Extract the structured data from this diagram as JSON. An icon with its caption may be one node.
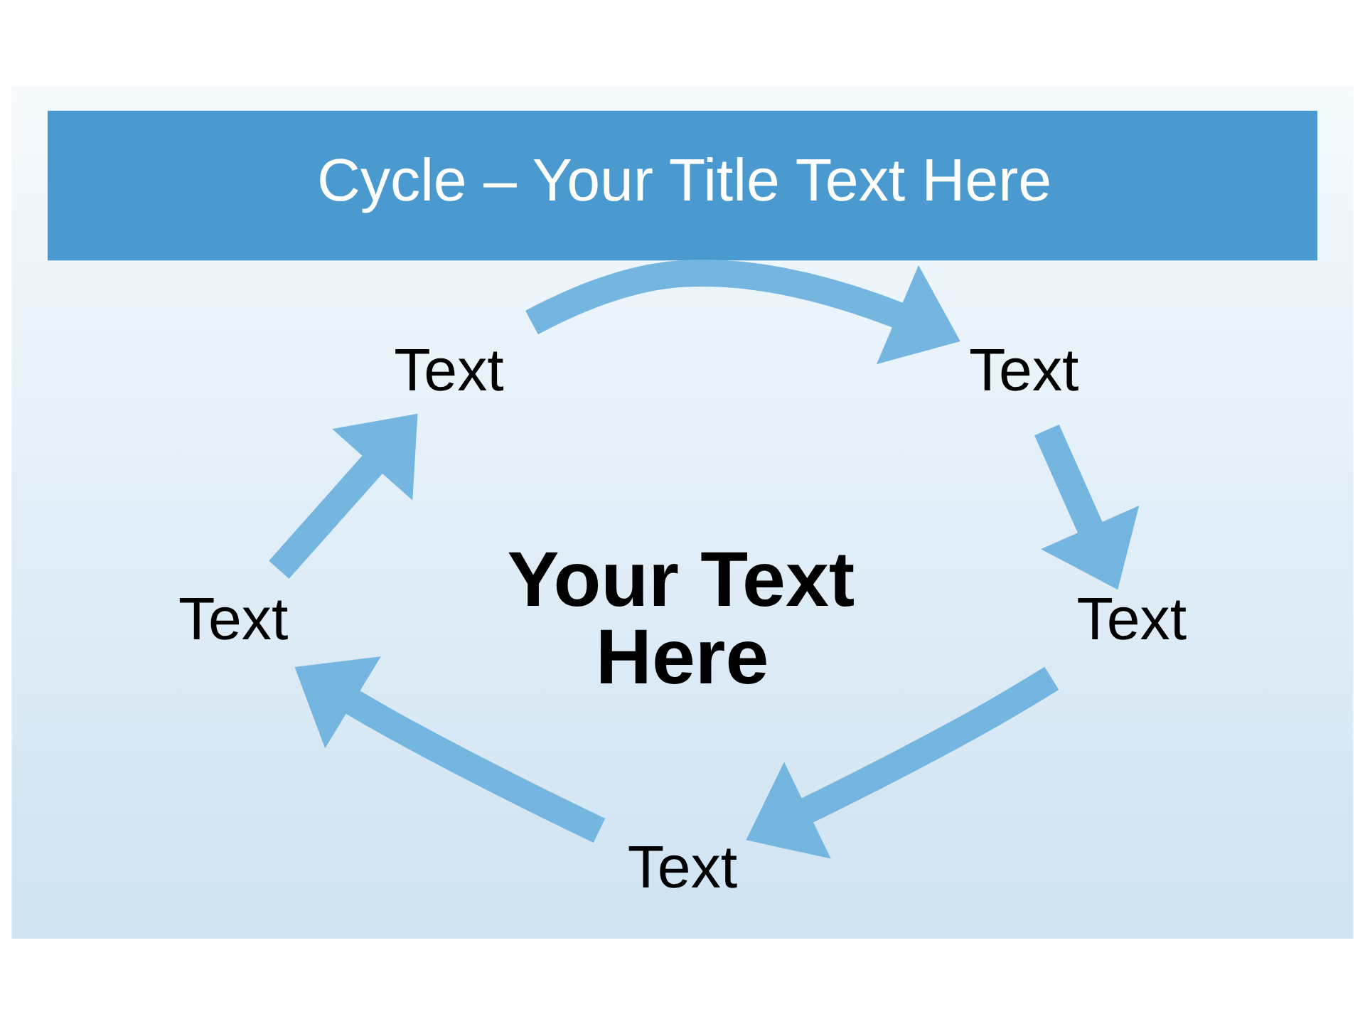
{
  "diagram": {
    "title": "Cycle – Your Title Text Here",
    "nodes": [
      {
        "text": [
          "Text"
        ]
      },
      {
        "text": [
          "Text"
        ]
      },
      {
        "text": [
          "Text"
        ]
      },
      {
        "text": [
          "Text"
        ]
      },
      {
        "text": [
          "Text"
        ]
      }
    ],
    "edges": [
      {
        "from": 0,
        "to": 1,
        "arrow": "to"
      },
      {
        "from": 1,
        "to": 3,
        "arrow": "to"
      },
      {
        "from": 3,
        "to": 4,
        "arrow": "to"
      },
      {
        "from": 4,
        "to": 2,
        "arrow": "to"
      },
      {
        "from": 2,
        "to": 0,
        "arrow": "to"
      }
    ],
    "labels": [
      "Your Text Here"
    ]
  }
}
